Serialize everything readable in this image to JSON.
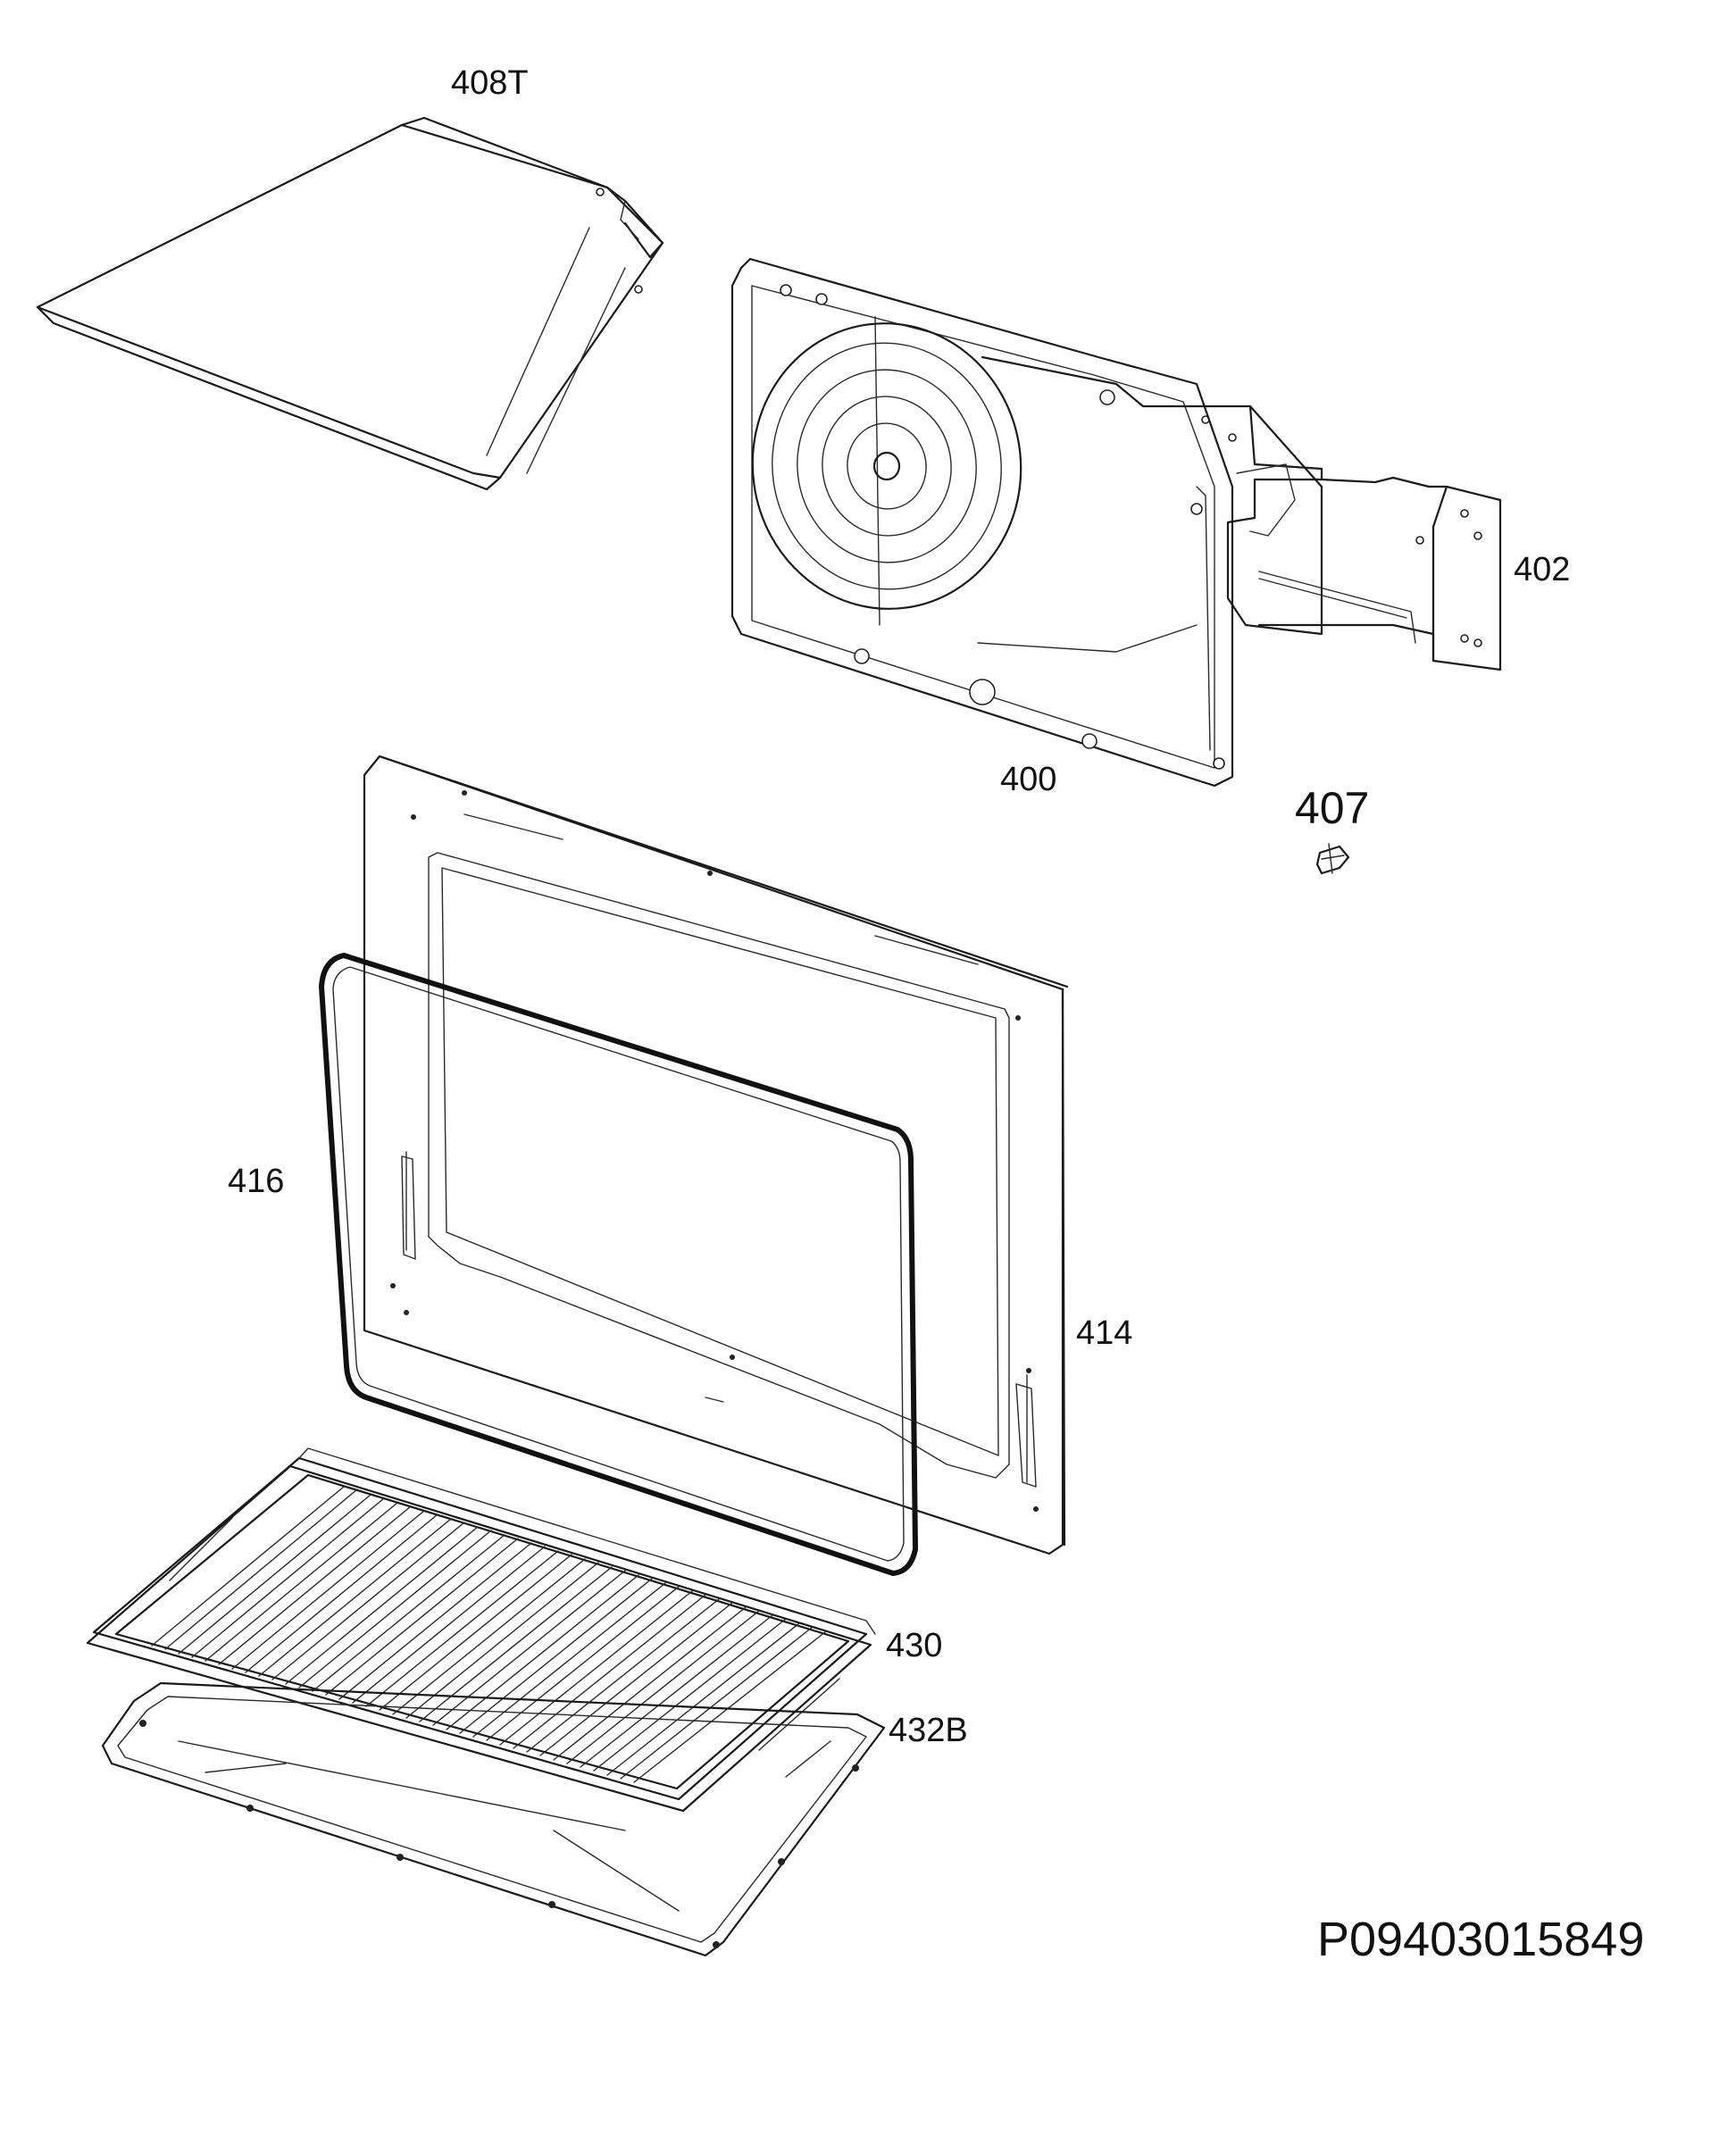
{
  "diagram": {
    "part_labels": {
      "top_cover": "408T",
      "rear_panel": "402",
      "fan_cover": "400",
      "clip": "407",
      "front_frame": "414",
      "seal": "416",
      "grid_shelf": "430",
      "tray": "432B"
    },
    "document_code": "P09403015849",
    "colors": {
      "line": "#1a1a1a",
      "background": "#ffffff"
    }
  }
}
